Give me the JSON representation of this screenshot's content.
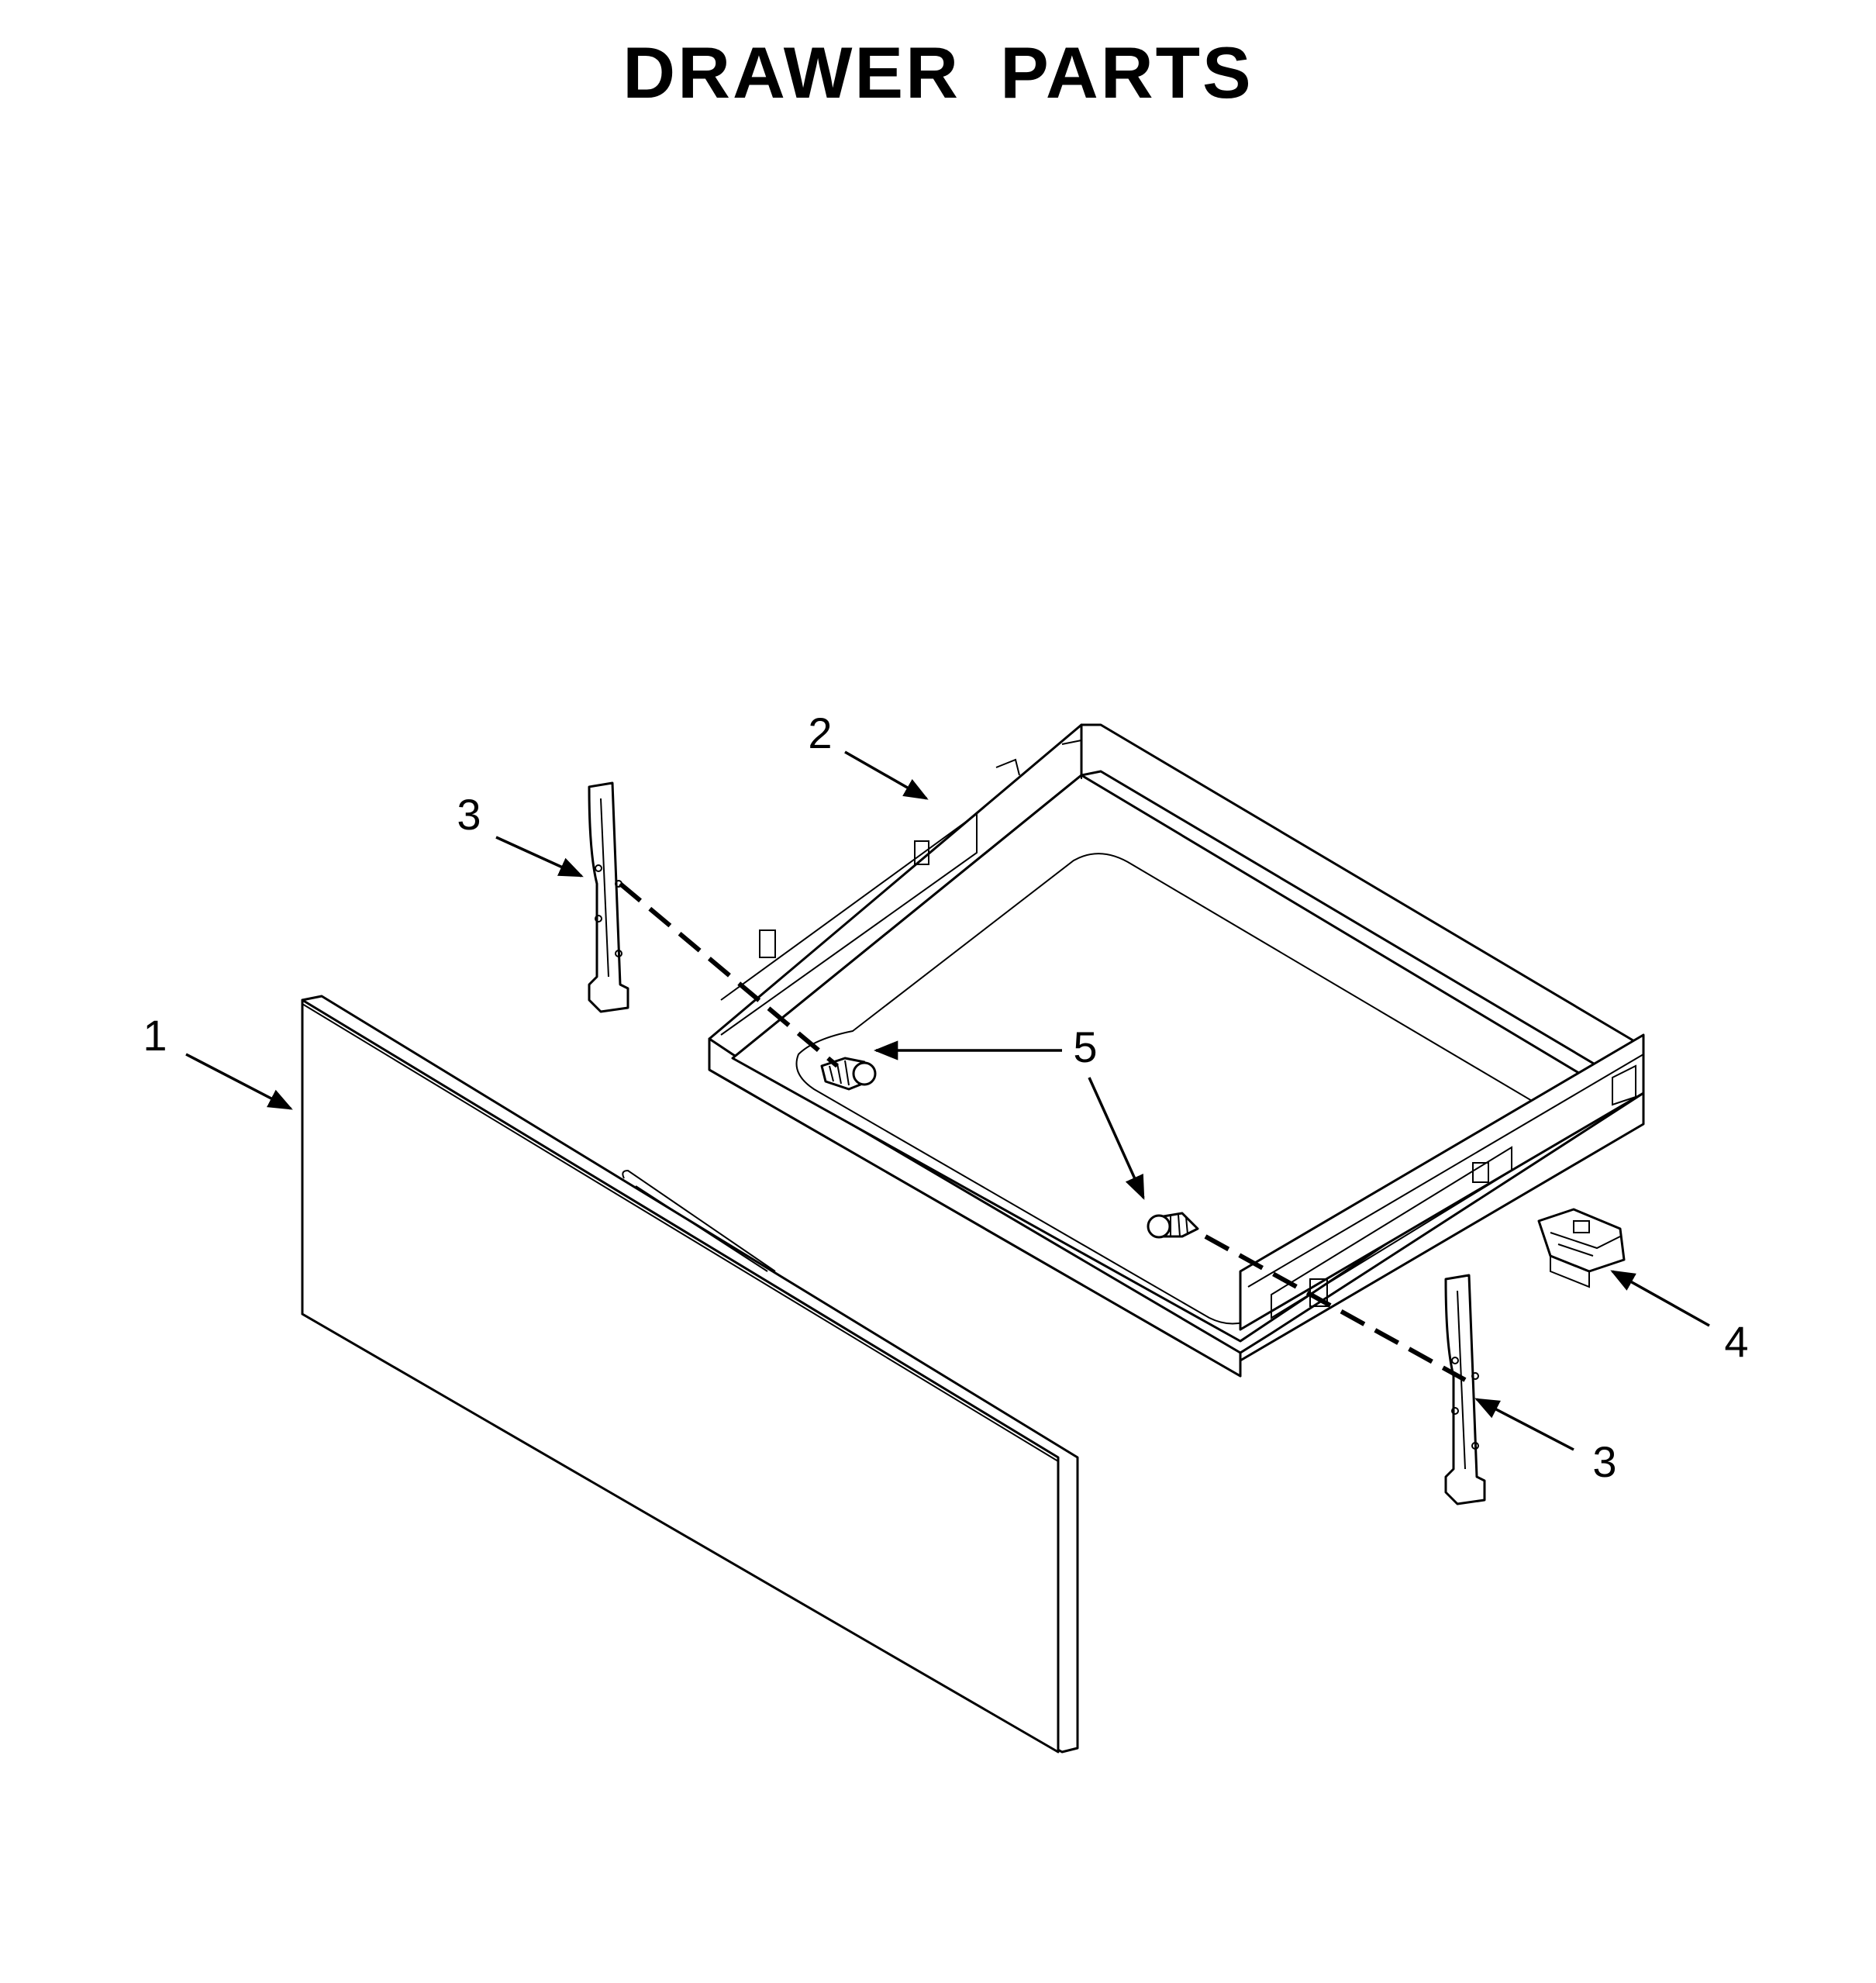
{
  "title": "DRAWER PARTS",
  "callouts": [
    {
      "id": "c1",
      "text": "1"
    },
    {
      "id": "c2",
      "text": "2"
    },
    {
      "id": "c3a",
      "text": "3"
    },
    {
      "id": "c3b",
      "text": "3"
    },
    {
      "id": "c4",
      "text": "4"
    },
    {
      "id": "c5",
      "text": "5"
    }
  ],
  "colors": {
    "line": "#000000",
    "background": "#ffffff"
  }
}
